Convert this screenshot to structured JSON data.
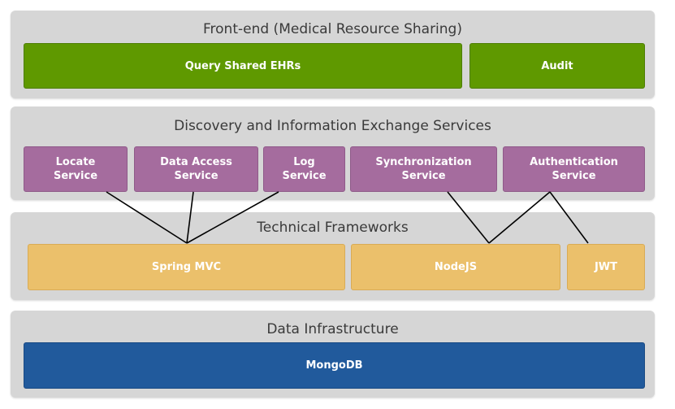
{
  "layers": {
    "frontend": {
      "title": "Front-end (Medical Resource Sharing)",
      "boxes": [
        "Query Shared EHRs",
        "Audit"
      ]
    },
    "services": {
      "title": "Discovery and Information Exchange Services",
      "boxes": [
        "Locate\nService",
        "Data Access\nService",
        "Log\nService",
        "Synchronization\nService",
        "Authentication\nService"
      ]
    },
    "frameworks": {
      "title": "Technical Frameworks",
      "boxes": [
        "Spring MVC",
        "NodeJS",
        "JWT"
      ]
    },
    "data": {
      "title": "Data Infrastructure",
      "boxes": [
        "MongoDB"
      ]
    }
  },
  "colors": {
    "layer_bg": "#d6d6d6",
    "frontend": "#5f9900",
    "services": "#a56c9e",
    "frameworks": "#ebc06b",
    "data": "#215a9c",
    "connector": "#000000"
  }
}
